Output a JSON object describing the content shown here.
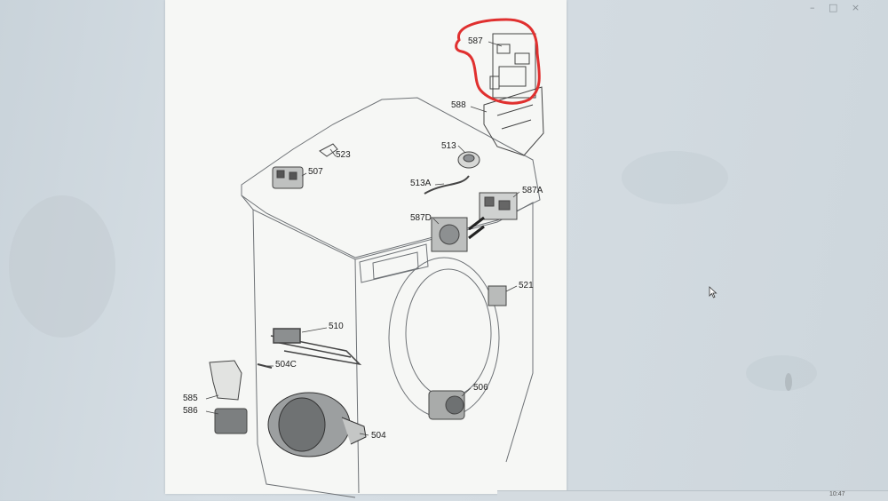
{
  "diagram": {
    "part_labels": {
      "p587": "587",
      "p588": "588",
      "p513": "513",
      "p523": "523",
      "p507": "507",
      "p513a": "513A",
      "p587a": "587A",
      "p587d": "587D",
      "p521": "521",
      "p510": "510",
      "p504c": "504C",
      "p585": "585",
      "p586": "586",
      "p506": "506",
      "p504": "504"
    },
    "highlight_color": "#e0302f"
  },
  "taskbar": {
    "clock": "10:47"
  },
  "window_icons": "– □ ×"
}
